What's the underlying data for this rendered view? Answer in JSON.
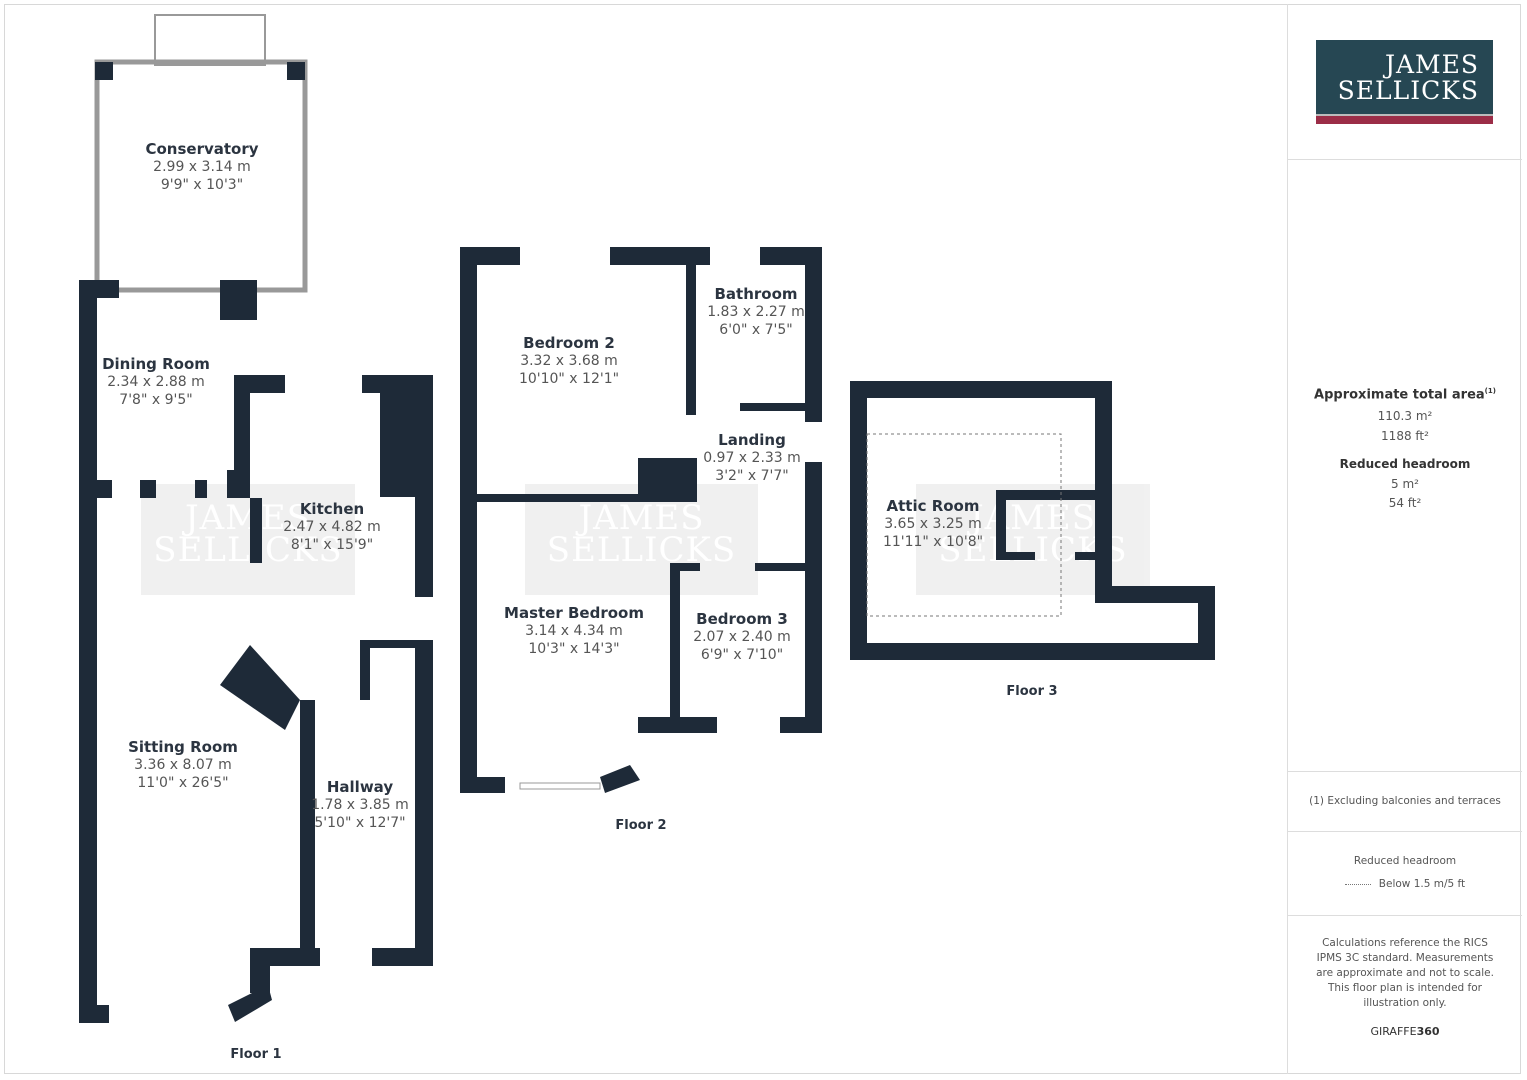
{
  "watermark": "JAMES SELLICKS",
  "floors": [
    {
      "label": "Floor 1",
      "rooms": [
        {
          "name": "Conservatory",
          "metric": "2.99 x 3.14 m",
          "imperial": "9'9\" x 10'3\""
        },
        {
          "name": "Dining Room",
          "metric": "2.34 x 2.88 m",
          "imperial": "7'8\" x 9'5\""
        },
        {
          "name": "Kitchen",
          "metric": "2.47 x 4.82 m",
          "imperial": "8'1\" x 15'9\""
        },
        {
          "name": "Sitting Room",
          "metric": "3.36 x 8.07 m",
          "imperial": "11'0\" x 26'5\""
        },
        {
          "name": "Hallway",
          "metric": "1.78 x 3.85 m",
          "imperial": "5'10\" x 12'7\""
        }
      ]
    },
    {
      "label": "Floor 2",
      "rooms": [
        {
          "name": "Bedroom 2",
          "metric": "3.32 x 3.68 m",
          "imperial": "10'10\" x 12'1\""
        },
        {
          "name": "Bathroom",
          "metric": "1.83 x 2.27 m",
          "imperial": "6'0\" x 7'5\""
        },
        {
          "name": "Landing",
          "metric": "0.97 x 2.33 m",
          "imperial": "3'2\" x 7'7\""
        },
        {
          "name": "Master Bedroom",
          "metric": "3.14 x 4.34 m",
          "imperial": "10'3\" x 14'3\""
        },
        {
          "name": "Bedroom 3",
          "metric": "2.07 x 2.40 m",
          "imperial": "6'9\" x 7'10\""
        }
      ]
    },
    {
      "label": "Floor 3",
      "rooms": [
        {
          "name": "Attic Room",
          "metric": "3.65 x 3.25 m",
          "imperial": "11'11\" x 10'8\""
        }
      ]
    }
  ],
  "sidebar": {
    "logo_line1": "JAMES",
    "logo_line2": "SELLICKS",
    "total_area_title": "Approximate total area",
    "total_area_note_mark": "(1)",
    "total_area_m2": "110.3 m²",
    "total_area_ft2": "1188 ft²",
    "reduced_title": "Reduced headroom",
    "reduced_m2": "5 m²",
    "reduced_ft2": "54 ft²",
    "footnote": "(1) Excluding balconies and terraces",
    "legend_title": "Reduced headroom",
    "legend_item": "Below 1.5 m/5 ft",
    "disclaimer": "Calculations reference the RICS IPMS 3C standard. Measurements are approximate and not to scale. This floor plan is intended for illustration only.",
    "brand_a": "GIRAFFE",
    "brand_b": "360"
  },
  "colors": {
    "wall": "#1e2a38",
    "logo_bg": "#264753",
    "logo_bar": "#9b2d47"
  }
}
